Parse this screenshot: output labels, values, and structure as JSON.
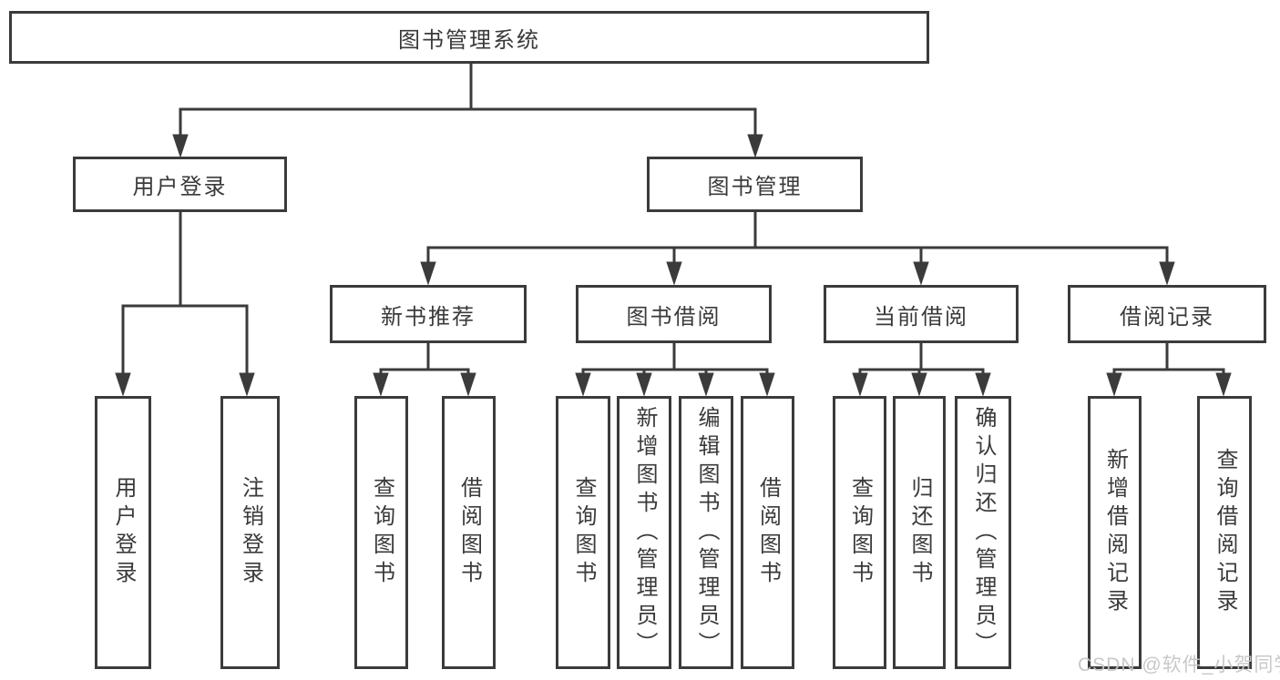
{
  "diagram": {
    "root": "图书管理系统",
    "level2": [
      "用户登录",
      "图书管理"
    ],
    "level3": [
      "新书推荐",
      "图书借阅",
      "当前借阅",
      "借阅记录"
    ],
    "leaves": [
      "用户登录",
      "注销登录",
      "查询图书",
      "借阅图书",
      "查询图书",
      "新增图书（管理员）",
      "编辑图书（管理员）",
      "借阅图书",
      "查询图书",
      "归还图书",
      "确认归还（管理员）",
      "新增借阅记录",
      "查询借阅记录"
    ]
  },
  "watermark": "CSDN @软件_小贺同学",
  "colors": {
    "line": "#3b3b3b",
    "text": "#3a3a3a",
    "watermark": "#c6c6c6",
    "background": "#ffffff"
  }
}
